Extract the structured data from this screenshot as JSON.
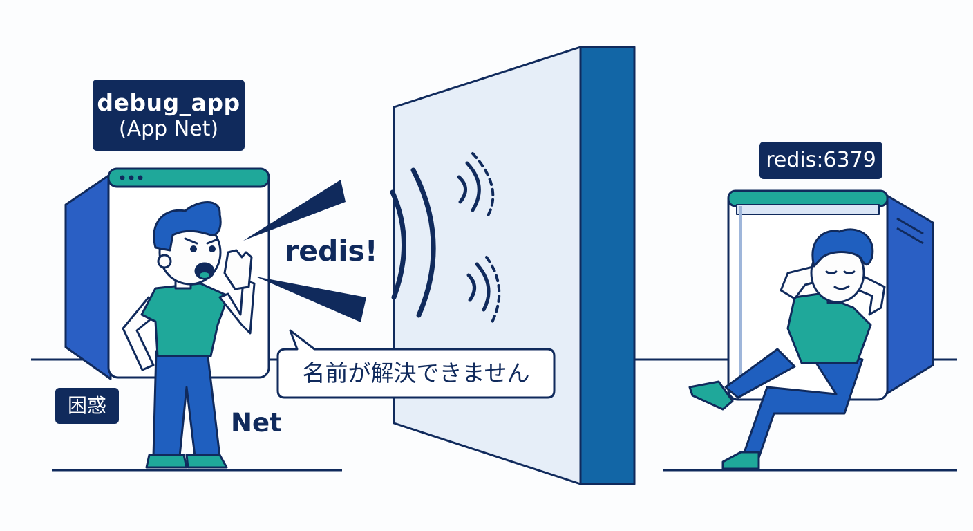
{
  "labels": {
    "app_name": "debug_app",
    "app_network": "(App Net)",
    "redis_target": "redis:6379",
    "emotion": "困惑"
  },
  "shout": "redis!",
  "network_label": "Net",
  "error_message": "名前が解決できません",
  "colors": {
    "navy": "#102a5c",
    "blue": "#1f5fbf",
    "teal": "#1fa89a",
    "wall_face": "#e6eef8",
    "wall_side": "#1266a6"
  },
  "icons": [
    "shouting-person",
    "relaxing-person",
    "brick-wall",
    "sound-wave",
    "megaphone-rays"
  ]
}
